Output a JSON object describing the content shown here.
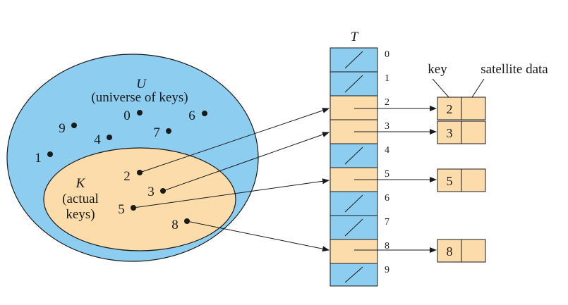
{
  "colors": {
    "universe_fill": "#8dcdf0",
    "keys_fill": "#fbdcaa",
    "slot_empty_fill": "#8dcdf0",
    "slot_used_fill": "#fbdcaa",
    "element_fill": "#fbdcaa",
    "stroke": "#1a1a1a"
  },
  "universe": {
    "label": "U",
    "caption": "(universe of keys)"
  },
  "actual_keys": {
    "label": "K",
    "caption_line1": "(actual",
    "caption_line2": "keys)"
  },
  "universe_keys": [
    "0",
    "6",
    "9",
    "7",
    "4",
    "1"
  ],
  "actual_key_values": [
    "2",
    "3",
    "5",
    "8"
  ],
  "table": {
    "label": "T",
    "slots": [
      {
        "index": "0",
        "filled": false
      },
      {
        "index": "1",
        "filled": false
      },
      {
        "index": "2",
        "filled": true,
        "key": "2"
      },
      {
        "index": "3",
        "filled": true,
        "key": "3"
      },
      {
        "index": "4",
        "filled": false
      },
      {
        "index": "5",
        "filled": true,
        "key": "5"
      },
      {
        "index": "6",
        "filled": false
      },
      {
        "index": "7",
        "filled": false
      },
      {
        "index": "8",
        "filled": true,
        "key": "8"
      },
      {
        "index": "9",
        "filled": false
      }
    ]
  },
  "element_headers": {
    "key": "key",
    "satellite": "satellite data"
  }
}
